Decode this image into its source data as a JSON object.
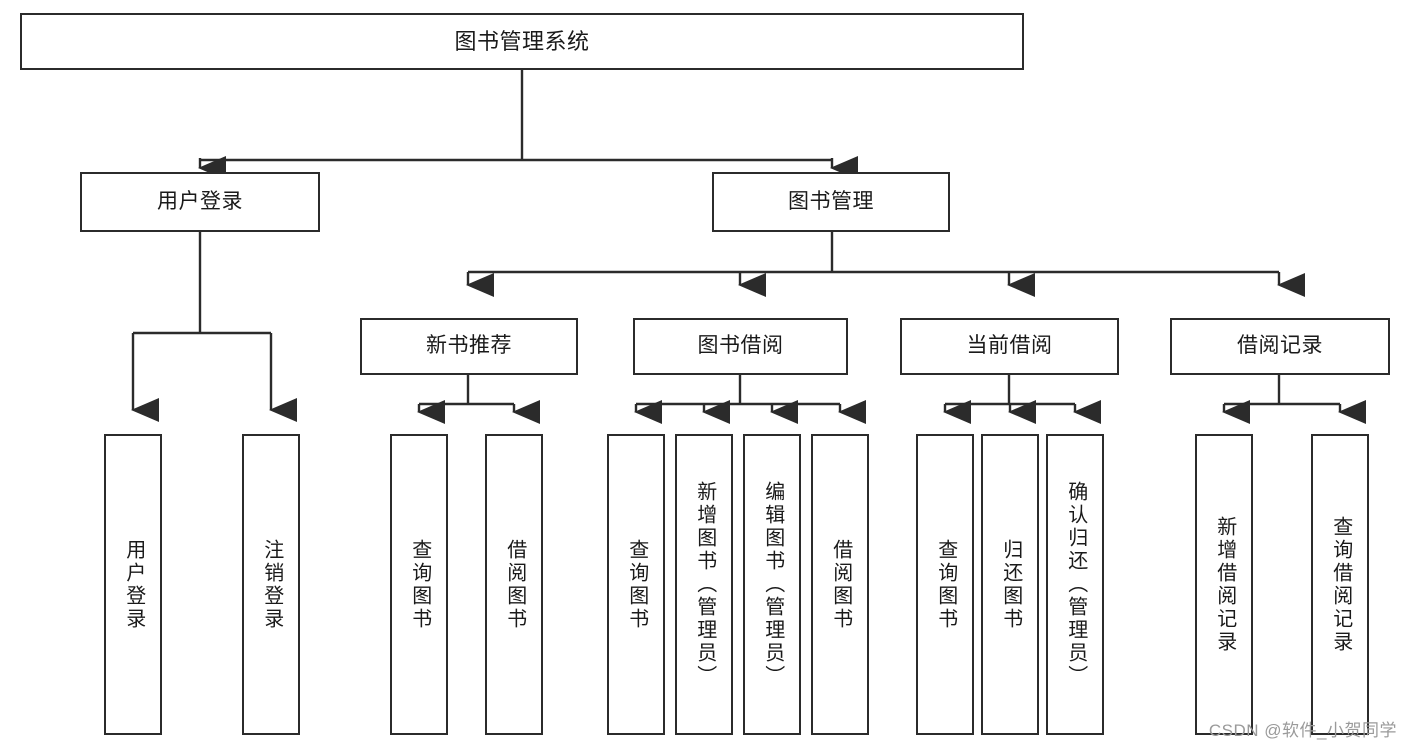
{
  "diagram": {
    "title": "图书管理系统",
    "type": "hierarchy-tree",
    "colors": {
      "box_border": "#2b2b2b",
      "box_fill": "#ffffff",
      "edge": "#2b2b2b",
      "text": "#1a1a1a",
      "watermark": "#9a9a9a",
      "background": "#ffffff"
    },
    "root": {
      "label": "图书管理系统"
    },
    "level1": [
      {
        "label": "用户登录"
      },
      {
        "label": "图书管理"
      }
    ],
    "level2": [
      {
        "label": "新书推荐"
      },
      {
        "label": "图书借阅"
      },
      {
        "label": "当前借阅"
      },
      {
        "label": "借阅记录"
      }
    ],
    "leaves": {
      "user_login": [
        {
          "label": "用户登录"
        },
        {
          "label": "注销登录"
        }
      ],
      "new_book": [
        {
          "label": "查询图书"
        },
        {
          "label": "借阅图书"
        }
      ],
      "book_borrow": [
        {
          "label": "查询图书"
        },
        {
          "label": "新增图书（管理员）"
        },
        {
          "label": "编辑图书（管理员）"
        },
        {
          "label": "借阅图书"
        }
      ],
      "current_borrow": [
        {
          "label": "查询图书"
        },
        {
          "label": "归还图书"
        },
        {
          "label": "确认归还（管理员）"
        }
      ],
      "borrow_record": [
        {
          "label": "新增借阅记录"
        },
        {
          "label": "查询借阅记录"
        }
      ]
    },
    "watermark": "CSDN @软件_小贺同学"
  }
}
